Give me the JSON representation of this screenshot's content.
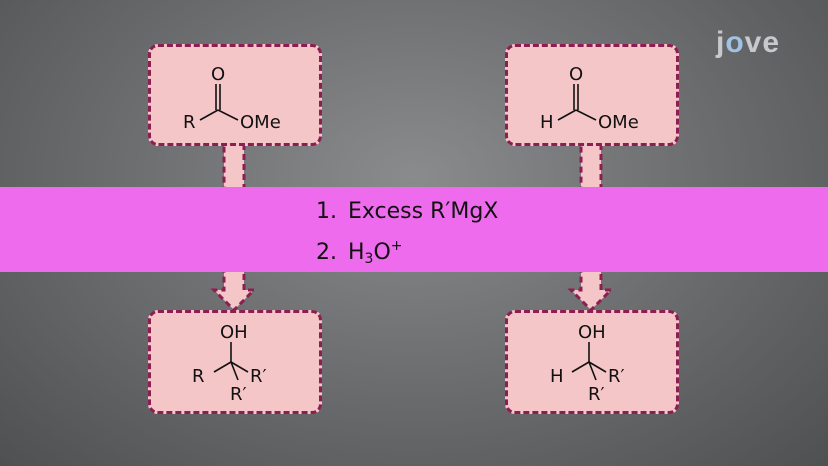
{
  "logo": {
    "text_a": "j",
    "text_o": "o",
    "text_b": "ve"
  },
  "reactants": [
    {
      "carbonyl_o": "O",
      "left_group": "R",
      "ester_group": "OMe"
    },
    {
      "carbonyl_o": "O",
      "left_group": "H",
      "ester_group": "OMe"
    }
  ],
  "reagents": {
    "step1_num": "1.",
    "step1": "Excess R′MgX",
    "step2_num": "2.",
    "step2_main": "H",
    "step2_sub": "3",
    "step2_tail": "O",
    "step2_sup": "+"
  },
  "products": [
    {
      "oh": "OH",
      "left_group": "R",
      "right_group": "R′",
      "bottom_group": "R′"
    },
    {
      "oh": "OH",
      "left_group": "H",
      "right_group": "R′",
      "bottom_group": "R′"
    }
  ],
  "colors": {
    "band": "#ee6bee",
    "box_fill": "#f5c6c8",
    "box_border": "#8c1f52",
    "arrow_fill": "#f5c6c8"
  }
}
